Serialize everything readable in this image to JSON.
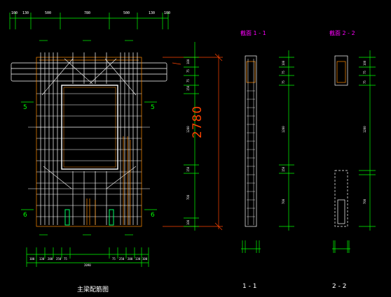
{
  "colors": {
    "background": "#000000",
    "rebar": "#ffffff",
    "dimension": "#00ff00",
    "outline": "#ff8c00",
    "accent": "#ff4400",
    "label_magenta": "#ff00ff",
    "stirrup_green": "#00ff66"
  },
  "front": {
    "title": "主梁配筋图",
    "overall_dim": "2780",
    "section_marks": [
      "5",
      "5",
      "6",
      "6"
    ]
  },
  "sections": {
    "left_title": "截面 1 - 1",
    "right_title": "截面 2 - 2",
    "left_caption": "1 - 1",
    "right_caption": "2 - 2"
  }
}
